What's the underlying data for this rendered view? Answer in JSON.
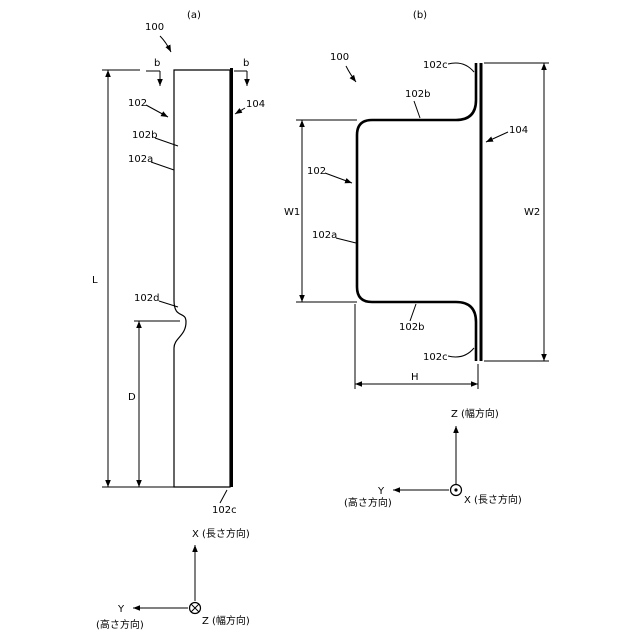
{
  "panel_a": {
    "caption": "(a)",
    "ref_100": "100",
    "section_b_left": "b",
    "section_b_right": "b",
    "ref_102": "102",
    "ref_104": "104",
    "ref_102b": "102b",
    "ref_102a": "102a",
    "ref_102d": "102d",
    "ref_102c": "102c",
    "dim_L": "L",
    "dim_D": "D",
    "axes": {
      "x_label": "X (長さ方向)",
      "y_label": "Y",
      "y_sub": "(高さ方向)",
      "z_label": "Z (幅方向)"
    }
  },
  "panel_b": {
    "caption": "(b)",
    "ref_100": "100",
    "ref_102c_top": "102c",
    "ref_102b_top": "102b",
    "ref_104": "104",
    "ref_102": "102",
    "ref_102a": "102a",
    "ref_102b_bottom": "102b",
    "ref_102c_bottom": "102c",
    "dim_W1": "W1",
    "dim_W2": "W2",
    "dim_H": "H",
    "axes": {
      "z_label": "Z (幅方向)",
      "y_label": "Y",
      "y_sub": "(高さ方向)",
      "x_label": "X (長さ方向)"
    }
  }
}
